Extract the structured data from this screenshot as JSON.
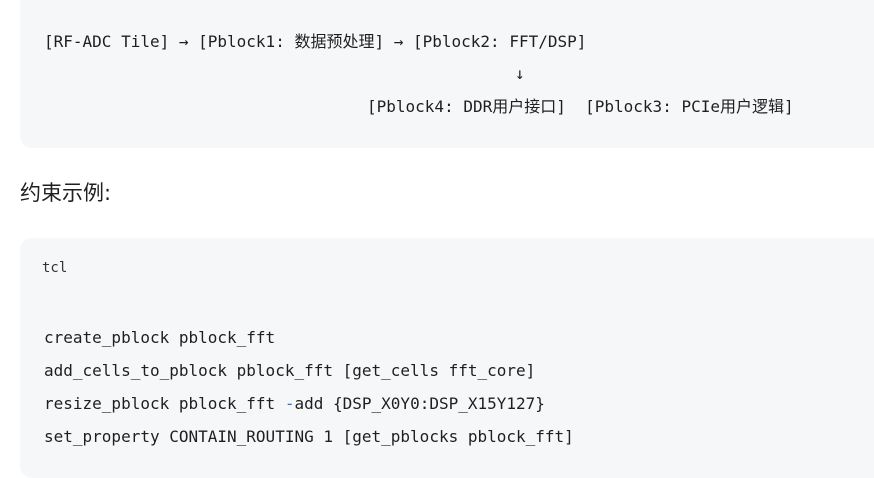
{
  "diagram": {
    "line1": "[RF-ADC Tile] → [Pblock1: 数据预处理] → [Pblock2: FFT/DSP]",
    "line2": "↓",
    "line3": "[Pblock4: DDR用户接口]  [Pblock3: PCIe用户逻辑]"
  },
  "heading": "约束示例:",
  "code": {
    "language": "tcl",
    "line1": "create_pblock pblock_fft",
    "line2": "add_cells_to_pblock pblock_fft [get_cells fft_core]",
    "line3_a": "resize_pblock pblock_fft ",
    "line3_op": "-",
    "line3_b": "add {DSP_X0Y0:DSP_X15Y127}",
    "line4": "set_property CONTAIN_ROUTING 1 [get_pblocks pblock_fft]"
  },
  "colors": {
    "code_background": "#f6f7f9",
    "operator": "#2f6fd6",
    "text": "#1f1f1f"
  }
}
